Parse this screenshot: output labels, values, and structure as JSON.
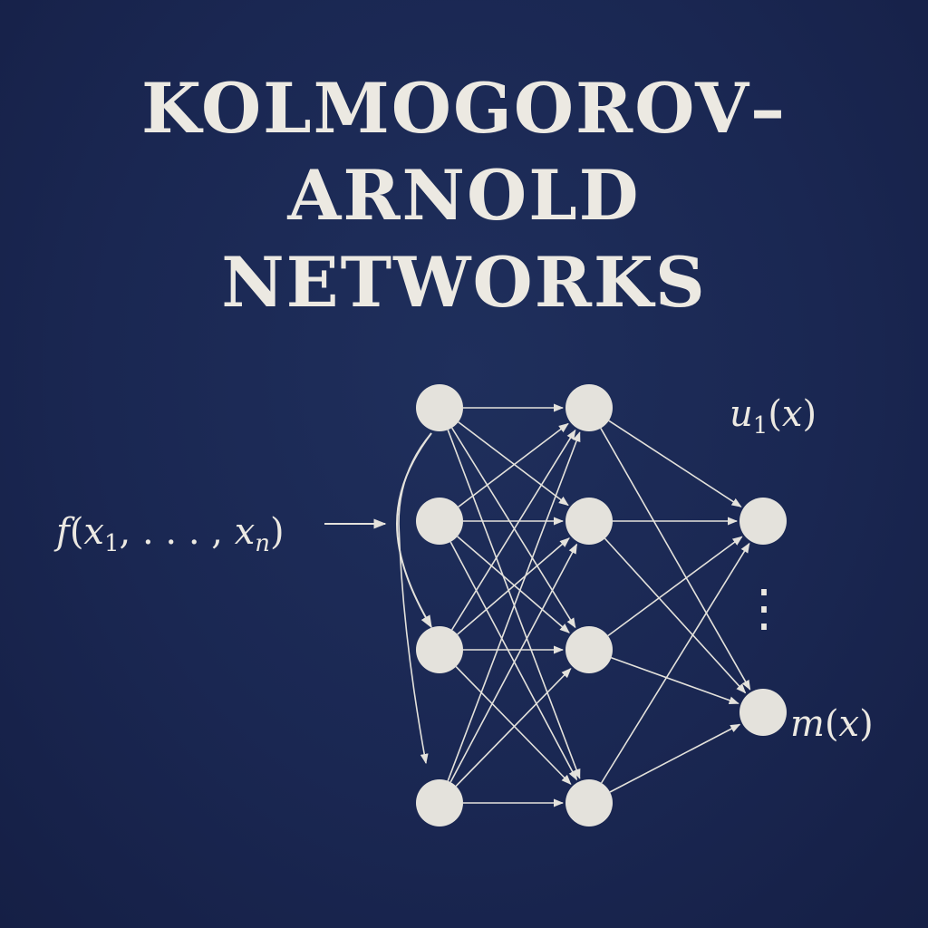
{
  "title": {
    "line1": "KOLMOGOROV–",
    "line2": "ARNOLD",
    "line3": "NETWORKS"
  },
  "diagram": {
    "input_label": "f(x1,…,xn)",
    "output_top_label": "u1(x)",
    "output_bottom_label": "m(x)",
    "ellipsis": "⋮",
    "colors": {
      "background": "#1a2752",
      "node": "#e4e2dc",
      "edge": "#e4e2dc",
      "text": "#ece9e2"
    }
  }
}
